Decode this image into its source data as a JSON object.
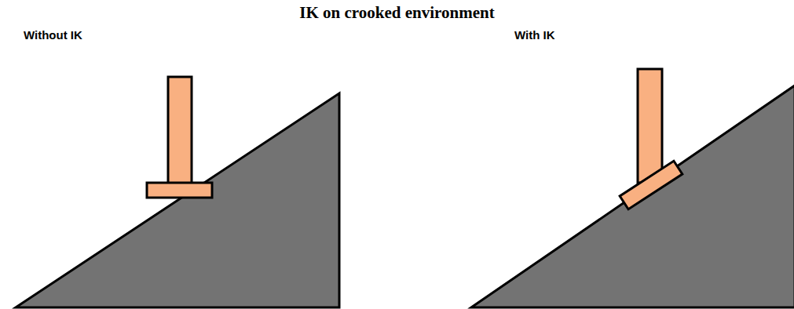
{
  "diagram": {
    "title": "IK on crooked environment",
    "labels": [
      "Without IK",
      "With IK"
    ]
  }
}
